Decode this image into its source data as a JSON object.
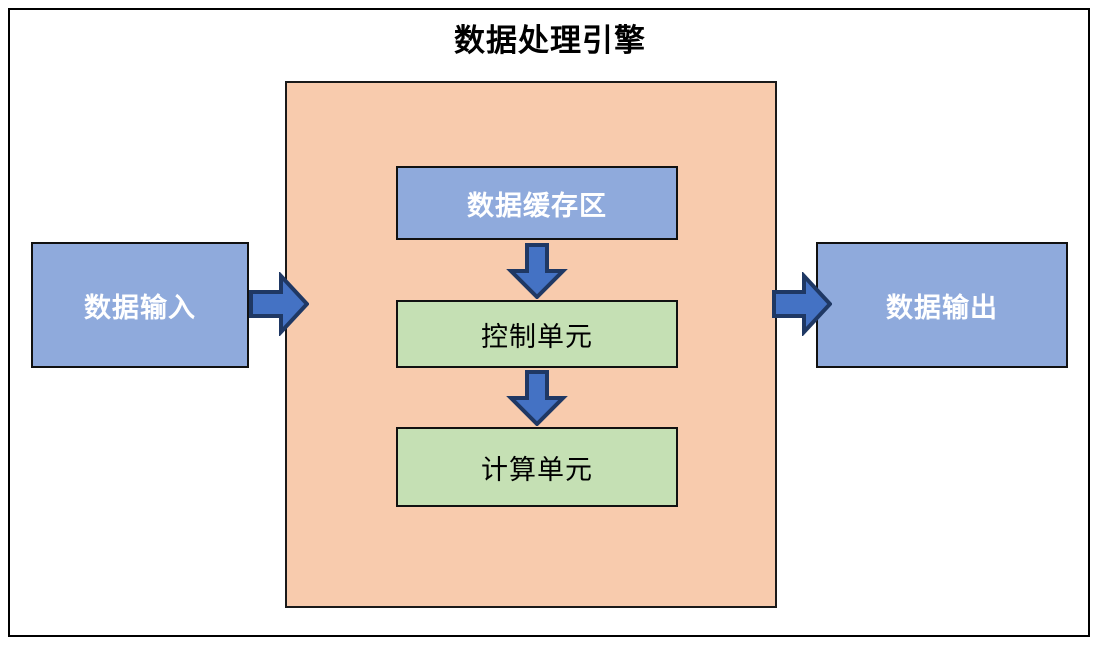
{
  "diagram": {
    "title": "数据处理引擎",
    "type": "block-diagram",
    "colors": {
      "page_background": "#ffffff",
      "frame_border": "#000000",
      "engine_panel_fill": "#f8cbad",
      "io_box_fill": "#8faadc",
      "cache_box_fill": "#8faadc",
      "unit_box_fill": "#c5e0b4",
      "box_border": "#111111",
      "arrow_fill": "#4472c4",
      "arrow_stroke": "#1f3864",
      "io_text": "#ffffff",
      "unit_text": "#000000",
      "title_text": "#000000"
    },
    "nodes": {
      "input": {
        "label": "数据输入"
      },
      "engine": {
        "label": "数据处理引擎"
      },
      "cache": {
        "label": "数据缓存区"
      },
      "control": {
        "label": "控制单元"
      },
      "compute": {
        "label": "计算单元"
      },
      "output": {
        "label": "数据输出"
      }
    },
    "arrows": [
      {
        "name": "input-to-engine",
        "direction": "right",
        "from": "input",
        "to": "engine"
      },
      {
        "name": "cache-to-control",
        "direction": "down",
        "from": "cache",
        "to": "control"
      },
      {
        "name": "control-to-compute",
        "direction": "down",
        "from": "control",
        "to": "compute"
      },
      {
        "name": "engine-to-output",
        "direction": "right",
        "from": "engine",
        "to": "output"
      }
    ]
  }
}
